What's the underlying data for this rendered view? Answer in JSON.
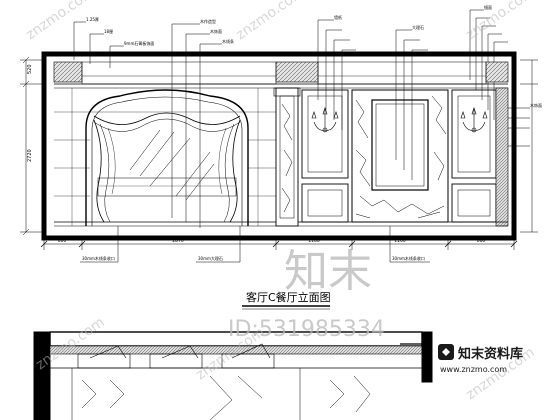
{
  "drawing": {
    "title": "客厅C餐厅立面图",
    "annotations_top": [
      "1.25厚",
      "18厘",
      "9mm石膏板饰面",
      "木作造型",
      "木饰面",
      "木线条",
      "墙纸",
      "大理石",
      "镜面",
      "木饰面"
    ],
    "annotations_bottom": [
      "30mm木线条收口",
      "30mm大理石",
      "30mm木线条收口"
    ],
    "dims_bottom": [
      "600",
      "2870",
      "1100",
      "1100",
      "600"
    ],
    "dims_left": [
      "520",
      "2720"
    ]
  },
  "watermarks": {
    "brand_cn": "知末",
    "brand_site": "知末资料库",
    "url": "www.znzmo.com",
    "id_label": "ID:531985334",
    "diag_url": "znzmo.com"
  },
  "colors": {
    "line": "#000000",
    "bg": "#ffffff",
    "watermark": "#b8b8b8"
  }
}
